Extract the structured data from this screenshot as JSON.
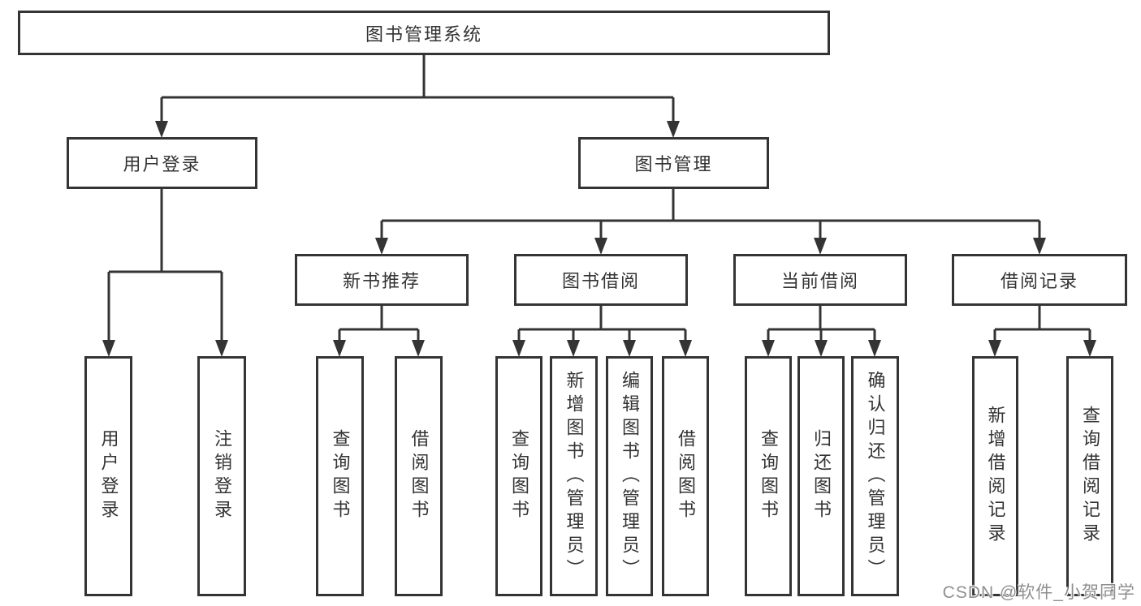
{
  "tree": {
    "root": "图书管理系统",
    "branches": [
      {
        "label": "用户登录",
        "children": [
          "用户登录",
          "注销登录"
        ]
      },
      {
        "label": "图书管理",
        "sections": [
          {
            "label": "新书推荐",
            "children": [
              "查询图书",
              "借阅图书"
            ]
          },
          {
            "label": "图书借阅",
            "children": [
              "查询图书",
              "新增图书（管理员）",
              "编辑图书（管理员）",
              "借阅图书"
            ]
          },
          {
            "label": "当前借阅",
            "children": [
              "查询图书",
              "归还图书",
              "确认归还（管理员）"
            ]
          },
          {
            "label": "借阅记录",
            "children": [
              "新增借阅记录",
              "查询借阅记录"
            ]
          }
        ]
      }
    ]
  },
  "watermark": "CSDN @软件_小贺同学",
  "colors": {
    "line": "#343434",
    "text": "#333333",
    "watermark": "#8f8f8f",
    "background": "#ffffff"
  }
}
